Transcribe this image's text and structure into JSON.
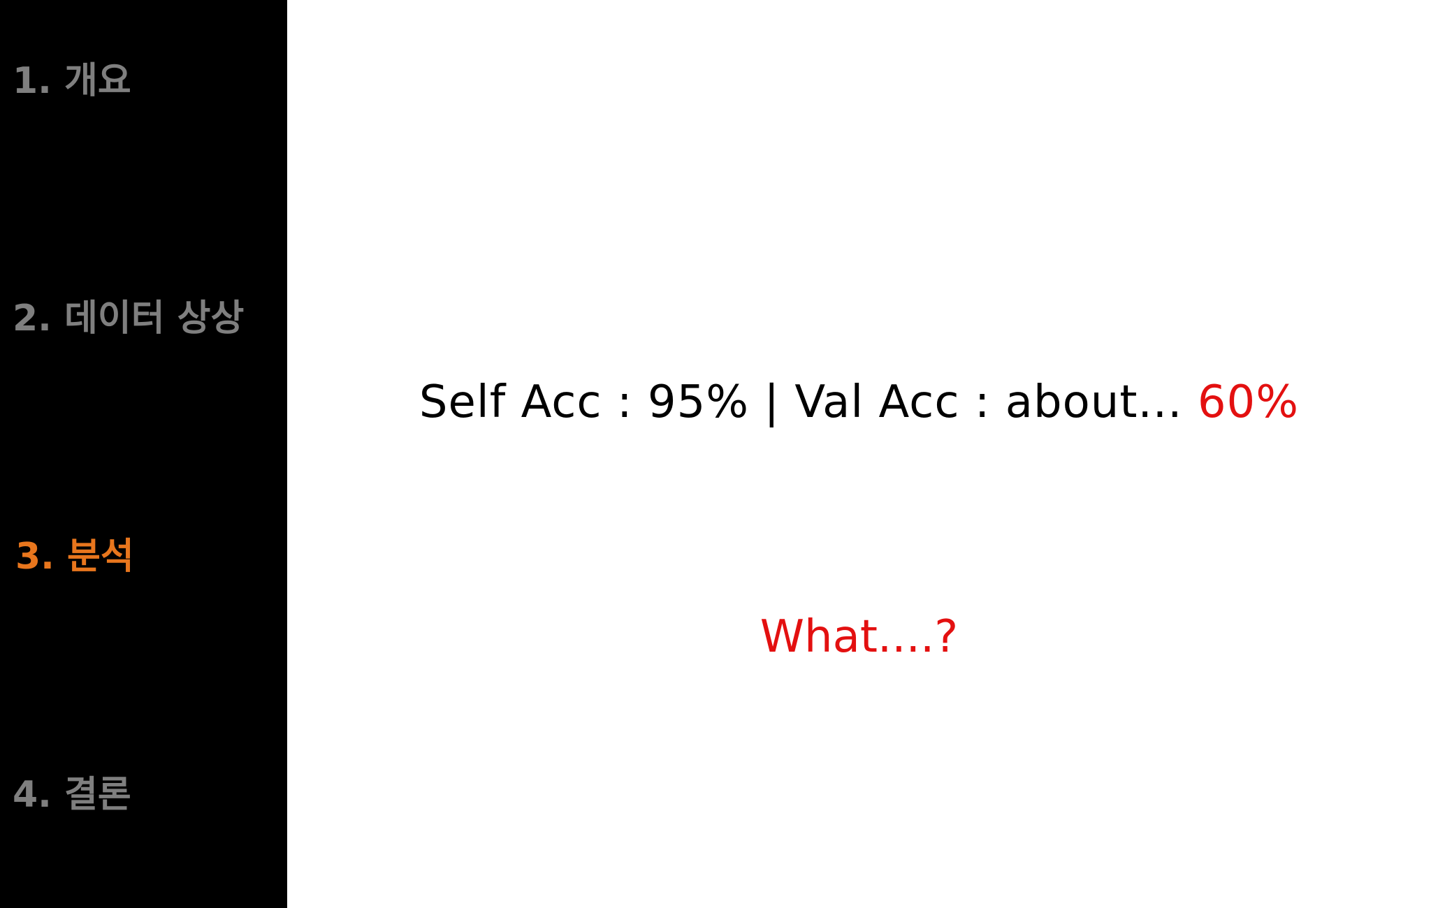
{
  "sidebar": {
    "items": [
      {
        "label": "1. 개요",
        "active": false
      },
      {
        "label": "2. 데이터 상상",
        "active": false
      },
      {
        "label": "3. 분석",
        "active": true
      },
      {
        "label": "4. 결론",
        "active": false
      }
    ]
  },
  "main": {
    "stat_text": "Self Acc : 95% | Val Acc : about...",
    "stat_highlight": "60%",
    "question": "What....?"
  },
  "colors": {
    "sidebar_bg": "#000000",
    "inactive_nav": "#7f7f7f",
    "active_nav": "#e8761d",
    "highlight": "#e31010"
  }
}
